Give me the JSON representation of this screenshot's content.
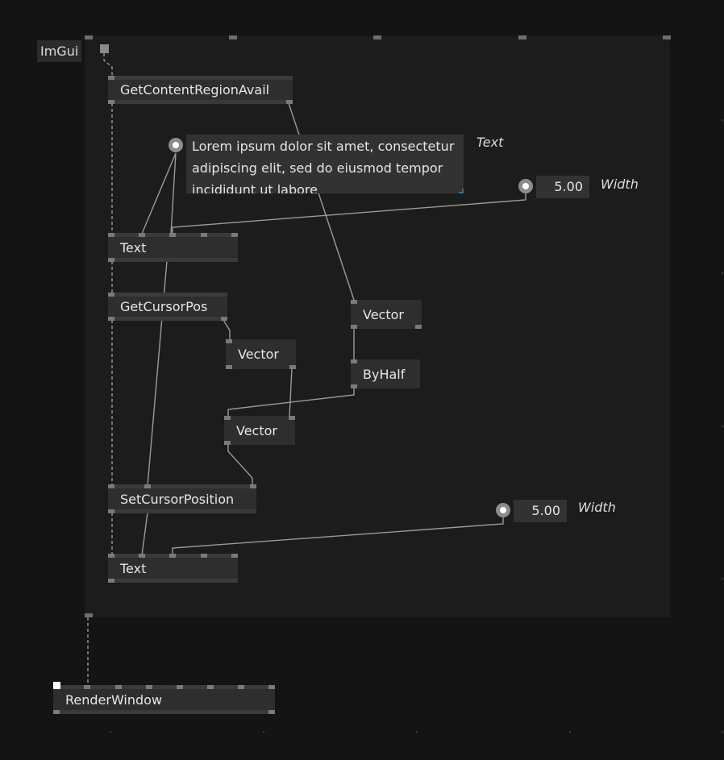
{
  "region": {
    "label": "ImGui"
  },
  "nodes": {
    "get_content_region_avail": "GetContentRegionAvail",
    "text_1": "Text",
    "get_cursor_pos": "GetCursorPos",
    "vector_1": "Vector",
    "vector_2": "Vector",
    "by_half": "ByHalf",
    "vector_3": "Vector",
    "set_cursor_position": "SetCursorPosition",
    "text_2": "Text",
    "render_window": "RenderWindow"
  },
  "iobox": {
    "text_value": "Lorem ipsum dolor sit amet, consectetur adipiscing elit, sed do eiusmod tempor incididunt ut labore",
    "text_label": "Text",
    "width_1_value": "5.00",
    "width_1_label": "Width",
    "width_2_value": "5.00",
    "width_2_label": "Width"
  }
}
